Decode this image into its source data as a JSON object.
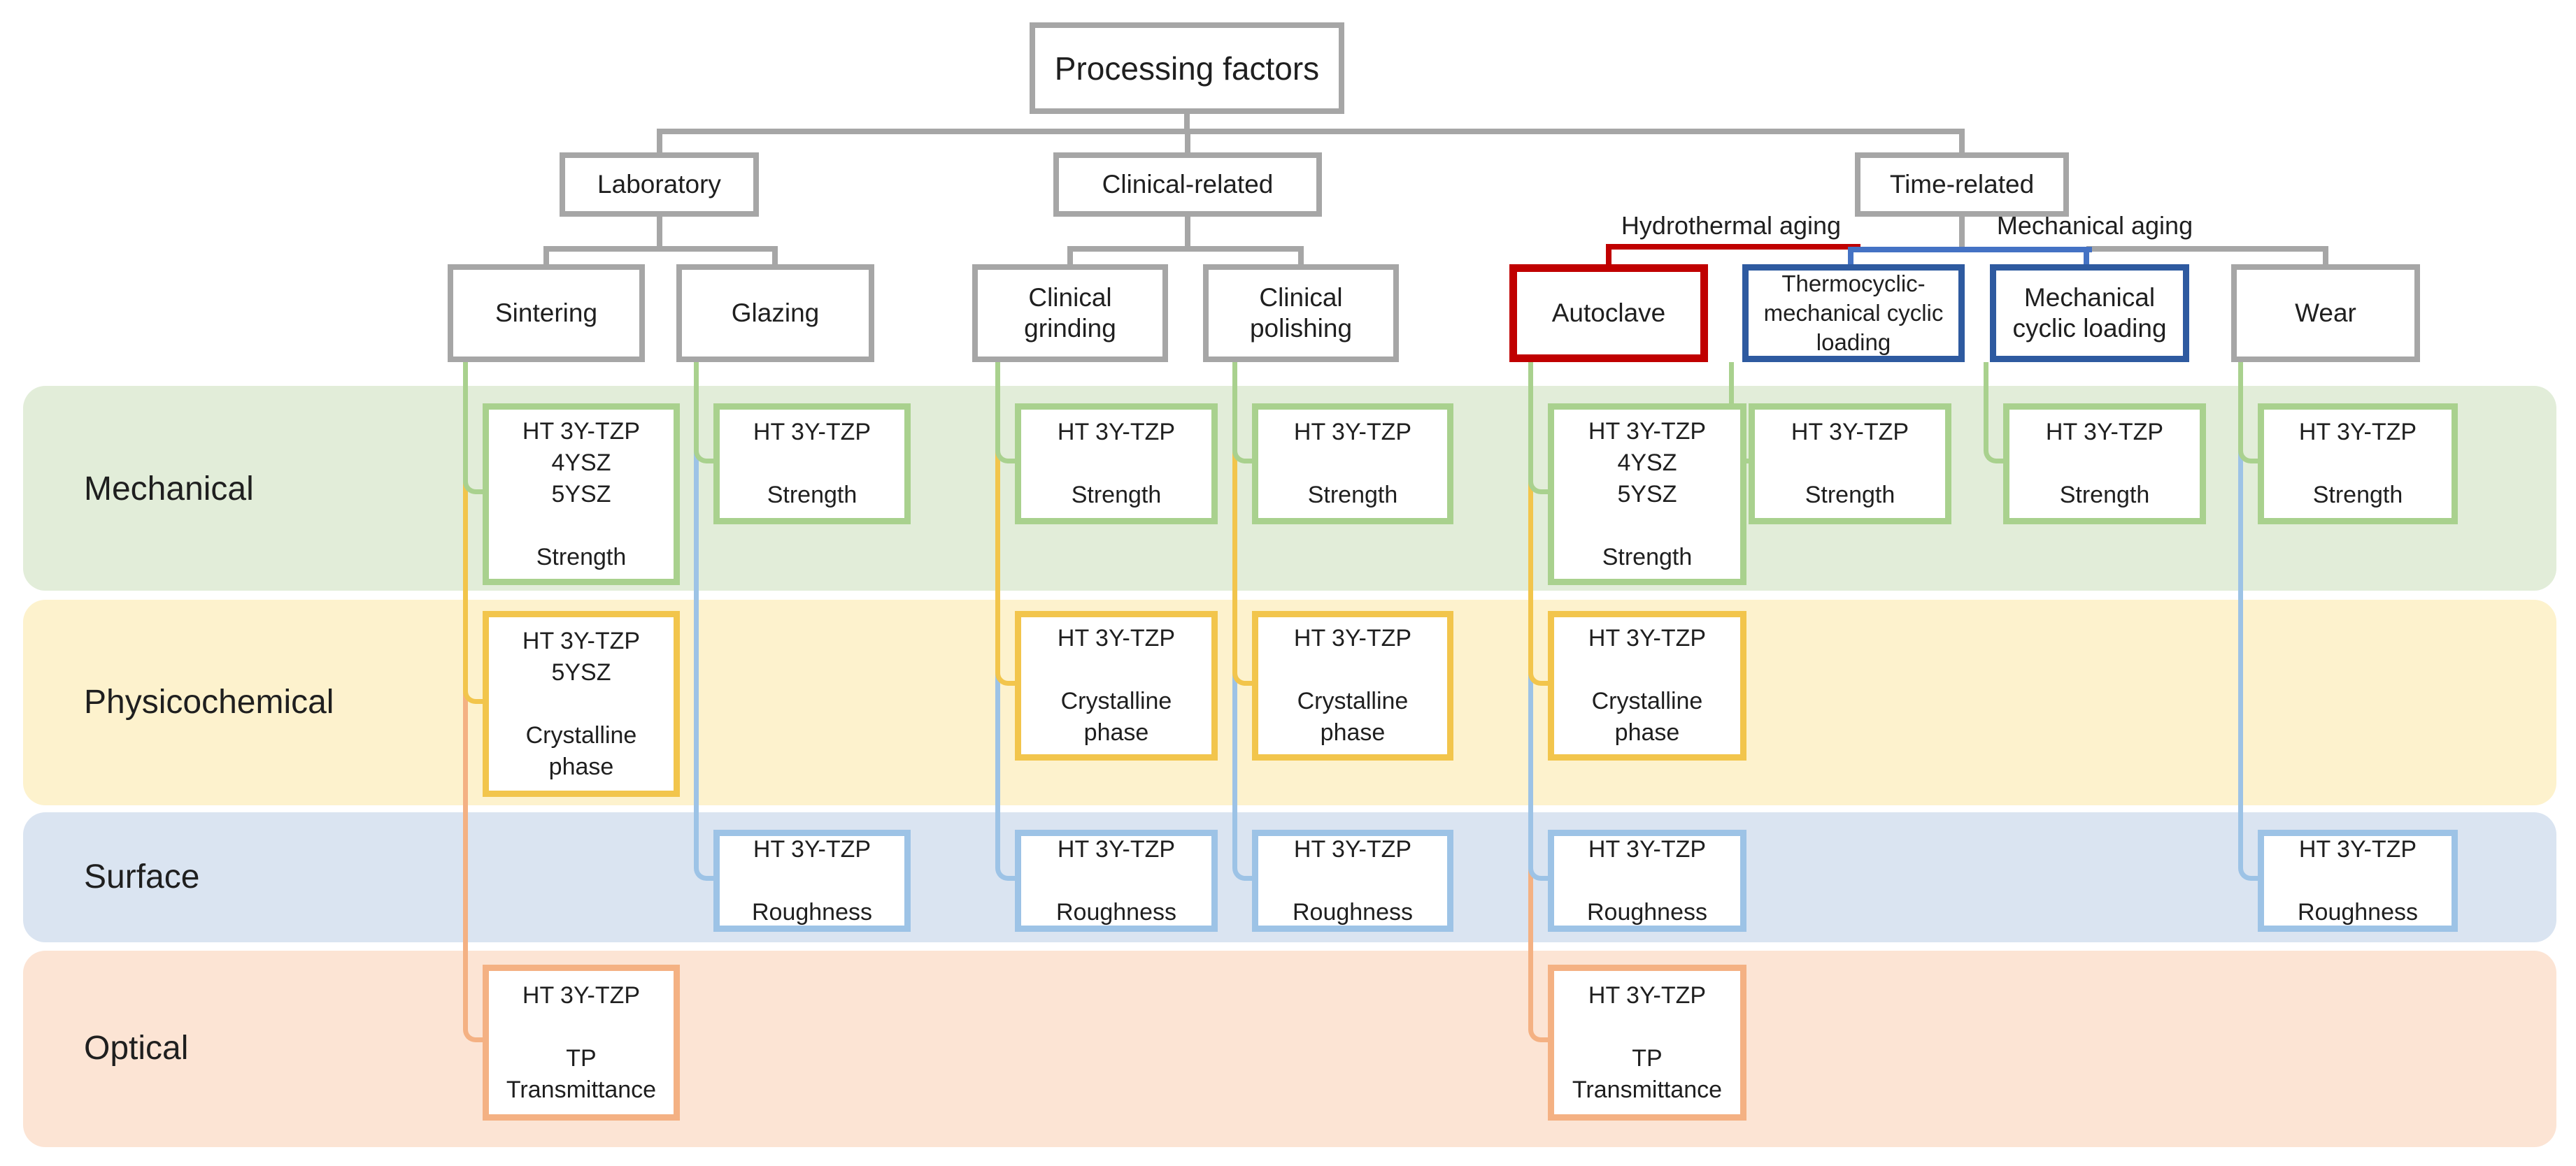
{
  "colors": {
    "bg": "#ffffff",
    "text": "#1f1f1f",
    "gray_border": "#a6a6a6",
    "line_gray": "#a6a6a6",
    "red": "#c00000",
    "navy": "#2e5aa0",
    "navy2": "#4472c4",
    "green": "#a9d18e",
    "gold": "#f2c54c",
    "blue": "#9dc3e6",
    "orange": "#f4b183",
    "band_green": "#e2edd9",
    "band_yellow": "#fdf2cd",
    "band_blue": "#dae4f1",
    "band_orange": "#fce4d4"
  },
  "title": {
    "label": "Processing factors"
  },
  "groups": {
    "laboratory": "Laboratory",
    "clinical": "Clinical-related",
    "time": "Time-related"
  },
  "aging": {
    "hydrothermal": "Hydrothermal aging",
    "mechanical": "Mechanical aging"
  },
  "factors": {
    "sintering": "Sintering",
    "glazing": "Glazing",
    "grinding": "Clinical\ngrinding",
    "polishing": "Clinical\npolishing",
    "autoclave": "Autoclave",
    "thermocyclic": "Thermocyclic-\nmechanical cyclic\nloading",
    "mech_cyclic": "Mechanical\ncyclic loading",
    "wear": "Wear"
  },
  "rows": {
    "mechanical": "Mechanical",
    "physicochemical": "Physicochemical",
    "surface": "Surface",
    "optical": "Optical"
  },
  "results": {
    "mech_tall": "HT 3Y-TZP\n4YSZ\n5YSZ\n\nStrength",
    "mech_short": "HT 3Y-TZP\n\nStrength",
    "phys_sintering": "HT 3Y-TZP\n5YSZ\n\nCrystalline\nphase",
    "phys_short": "HT 3Y-TZP\n\nCrystalline\nphase",
    "surface": "HT 3Y-TZP\n\nRoughness",
    "optical": "HT 3Y-TZP\n\nTP\nTransmittance"
  }
}
